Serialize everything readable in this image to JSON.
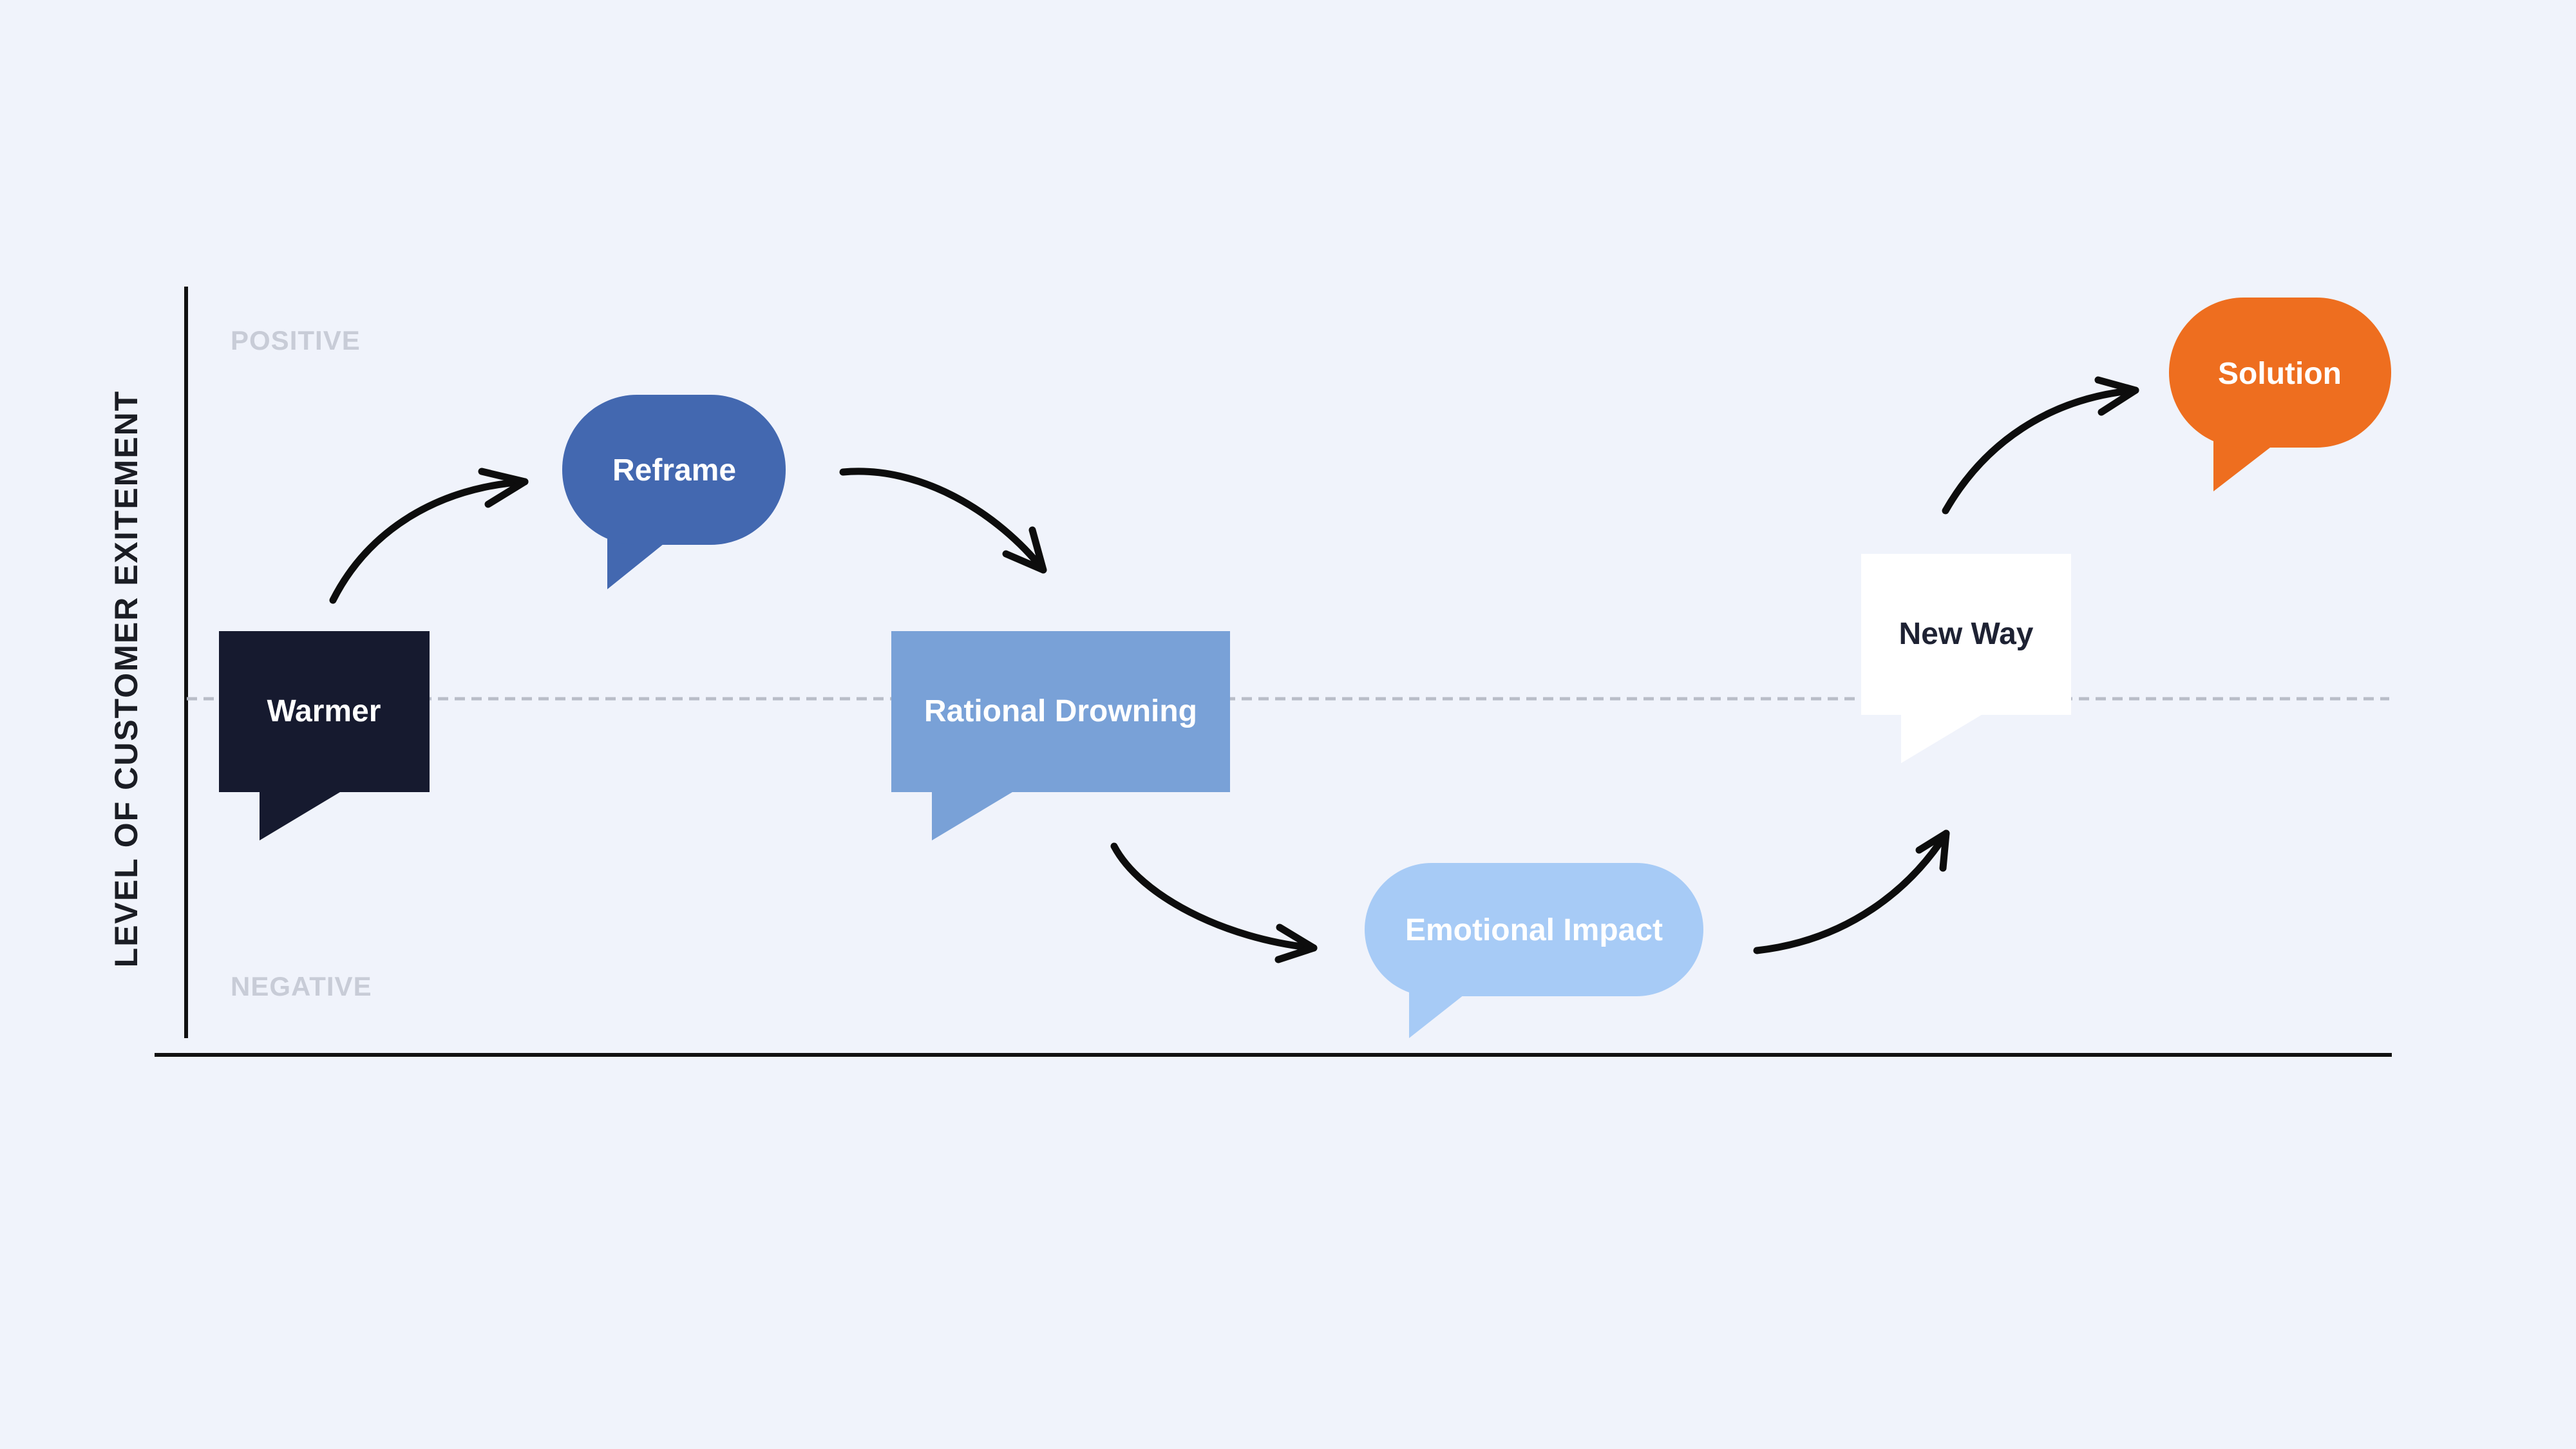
{
  "diagram": {
    "y_axis_title": "LEVEL OF CUSTOMER EXITEMENT",
    "zones": {
      "positive": "POSITIVE",
      "negative": "NEGATIVE"
    },
    "steps": [
      {
        "label": "Warmer",
        "shape": "rectangle",
        "fill": "#161a2f",
        "text_color": "#ffffff"
      },
      {
        "label": "Reframe",
        "shape": "rounded",
        "fill": "#4368b0",
        "text_color": "#ffffff"
      },
      {
        "label": "Rational Drowning",
        "shape": "rectangle",
        "fill": "#79a1d7",
        "text_color": "#ffffff"
      },
      {
        "label": "Emotional Impact",
        "shape": "rounded",
        "fill": "#a7cbf6",
        "text_color": "#ffffff"
      },
      {
        "label": "New Way",
        "shape": "rectangle",
        "fill": "#ffffff",
        "text_color": "#1e2233"
      },
      {
        "label": "Solution",
        "shape": "rounded",
        "fill": "#ee6e1f",
        "text_color": "#ffffff"
      }
    ],
    "colors": {
      "background": "#f0f3fb",
      "axis": "#111111",
      "zone_label": "#c8ccd7",
      "midline": "#b9bdc8",
      "arrow": "#0d0d0d"
    }
  }
}
